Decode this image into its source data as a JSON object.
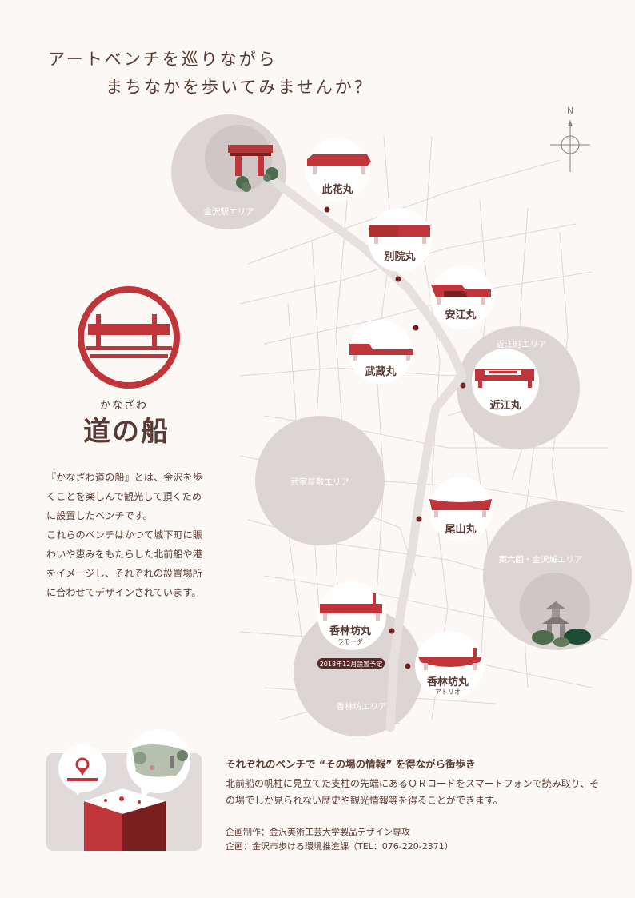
{
  "headline": {
    "line1": "アートベンチを巡りながら",
    "line2": "まちなかを歩いてみませんか？"
  },
  "compass": {
    "north_label": "N"
  },
  "areas": [
    {
      "label": "金沢駅エリア"
    },
    {
      "label": "近江町エリア"
    },
    {
      "label": "武家屋敷エリア"
    },
    {
      "label": "東六園・金沢城エリア"
    },
    {
      "label": "香林坊エリア"
    }
  ],
  "benches": [
    {
      "name": "此花丸"
    },
    {
      "name": "別院丸"
    },
    {
      "name": "安江丸"
    },
    {
      "name": "武蔵丸"
    },
    {
      "name": "近江丸"
    },
    {
      "name": "尾山丸"
    },
    {
      "name": "香林坊丸",
      "sub": "ラモーダ"
    },
    {
      "name": "香林坊丸",
      "sub": "アトリオ"
    }
  ],
  "notice_badge": "2018年12月設置予定",
  "emblem": {
    "kana": "かなざわ",
    "title": "道の船"
  },
  "description": [
    "『かなざわ道の船』とは、金沢を歩くことを楽しんで観光して頂くために設置したベンチです。",
    "これらのベンチはかつて城下町に賑わいや恵みをもたらした北前船や港をイメージし、それぞれの設置場所に合わせてデザインされています。"
  ],
  "footer": {
    "title": "それぞれのベンチで “その場の情報” を得ながら街歩き",
    "body": "北前船の帆柱に見立てた支柱の先端にあるＱＲコードをスマートフォンで読み取り、その場でしか見られない歴史や観光情報等を得ることができます。",
    "credit1": "企画制作：金沢美術工芸大学製品デザイン専攻",
    "credit2": "企画：金沢市歩ける環境推進課（TEL：076-220-2371）"
  },
  "colors": {
    "brand_red": "#c0353a",
    "dark_red": "#7a1f1f",
    "text_brown": "#5a3a35",
    "area_gray": "#ddd5d3",
    "route_gray": "#e2dcdc",
    "street_gray": "#d9d3d3"
  }
}
